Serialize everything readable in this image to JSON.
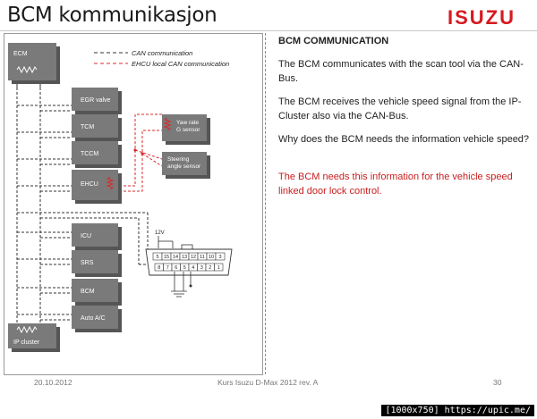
{
  "slide_title": "BCM kommunikasjon",
  "logo_text": "ISUZU",
  "legend": {
    "can": "CAN communication",
    "ehcu": "EHCU local CAN communication"
  },
  "modules": {
    "ecm": "ECM",
    "egr": "EGR valve",
    "tcm": "TCM",
    "tccm": "TCCM",
    "ehcu": "EHCU",
    "icu": "ICU",
    "srs": "SRS",
    "bcm": "BCM",
    "aircon": "Auto A/C",
    "ipcluster": "IP cluster",
    "yawrate": [
      "Yaw rate",
      "G sensor"
    ],
    "steering": [
      "Steering",
      "angle sensor"
    ]
  },
  "connector": {
    "voltage": "12V",
    "top_pins": [
      "5",
      "15",
      "14",
      "13",
      "12",
      "11",
      "10",
      "3"
    ],
    "bottom_pins": [
      "8",
      "7",
      "6",
      "5",
      "4",
      "3",
      "2",
      "1"
    ]
  },
  "text": {
    "heading": "BCM COMMUNICATION",
    "p1": "The BCM communicates with the scan tool via the CAN-Bus.",
    "p2": "The BCM receives the vehicle speed signal from the IP-Cluster also via the CAN-Bus.",
    "p3": "Why does the BCM needs the information vehicle speed?",
    "answer": "The BCM needs this information for the vehicle speed linked door lock control."
  },
  "footer": {
    "date": "20.10.2012",
    "course": "Kurs Isuzu D-Max 2012 rev. A",
    "page": "30"
  },
  "watermark": "[1000x750] https://upic.me/",
  "colors": {
    "logo_red": "#d71920",
    "module_fill": "#7a7a7a",
    "module_shadow": "#555555",
    "can_line": "#333333",
    "ehcu_line": "#d92b2b",
    "answer_red": "#c81e1e"
  }
}
